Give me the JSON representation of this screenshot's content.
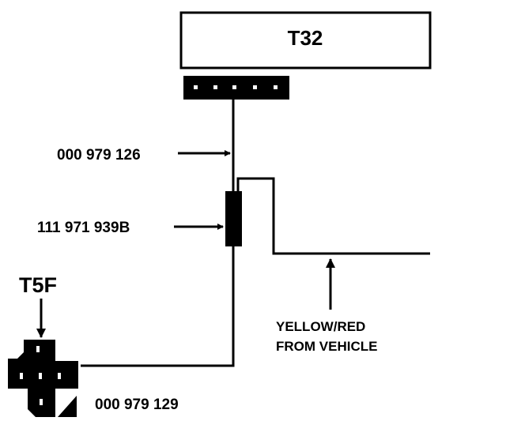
{
  "components": {
    "t32": {
      "label": "T32"
    },
    "t5f": {
      "label": "T5F"
    }
  },
  "part_numbers": {
    "wire_t32": "000 979 126",
    "inline_connector": "111 971 939B",
    "wire_t5f": "000 979 129"
  },
  "annotations": {
    "source_line1": "YELLOW/RED",
    "source_line2": "FROM VEHICLE"
  },
  "colors": {
    "ink": "#000000",
    "background": "#ffffff"
  }
}
